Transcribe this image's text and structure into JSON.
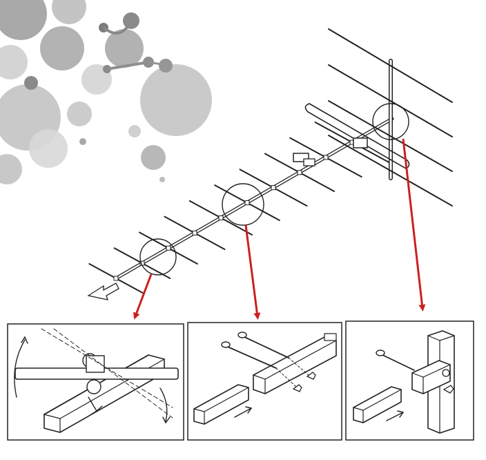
{
  "figure": {
    "background_color": "#ffffff",
    "line_color": "#222222",
    "arrow_color": "#cc1f1f",
    "decor_color": "#9a9a9a",
    "elements_on_boom": 10,
    "detail_panels": [
      {
        "id": "element-mount"
      },
      {
        "id": "boom-joint"
      },
      {
        "id": "mast-clamp"
      }
    ]
  }
}
